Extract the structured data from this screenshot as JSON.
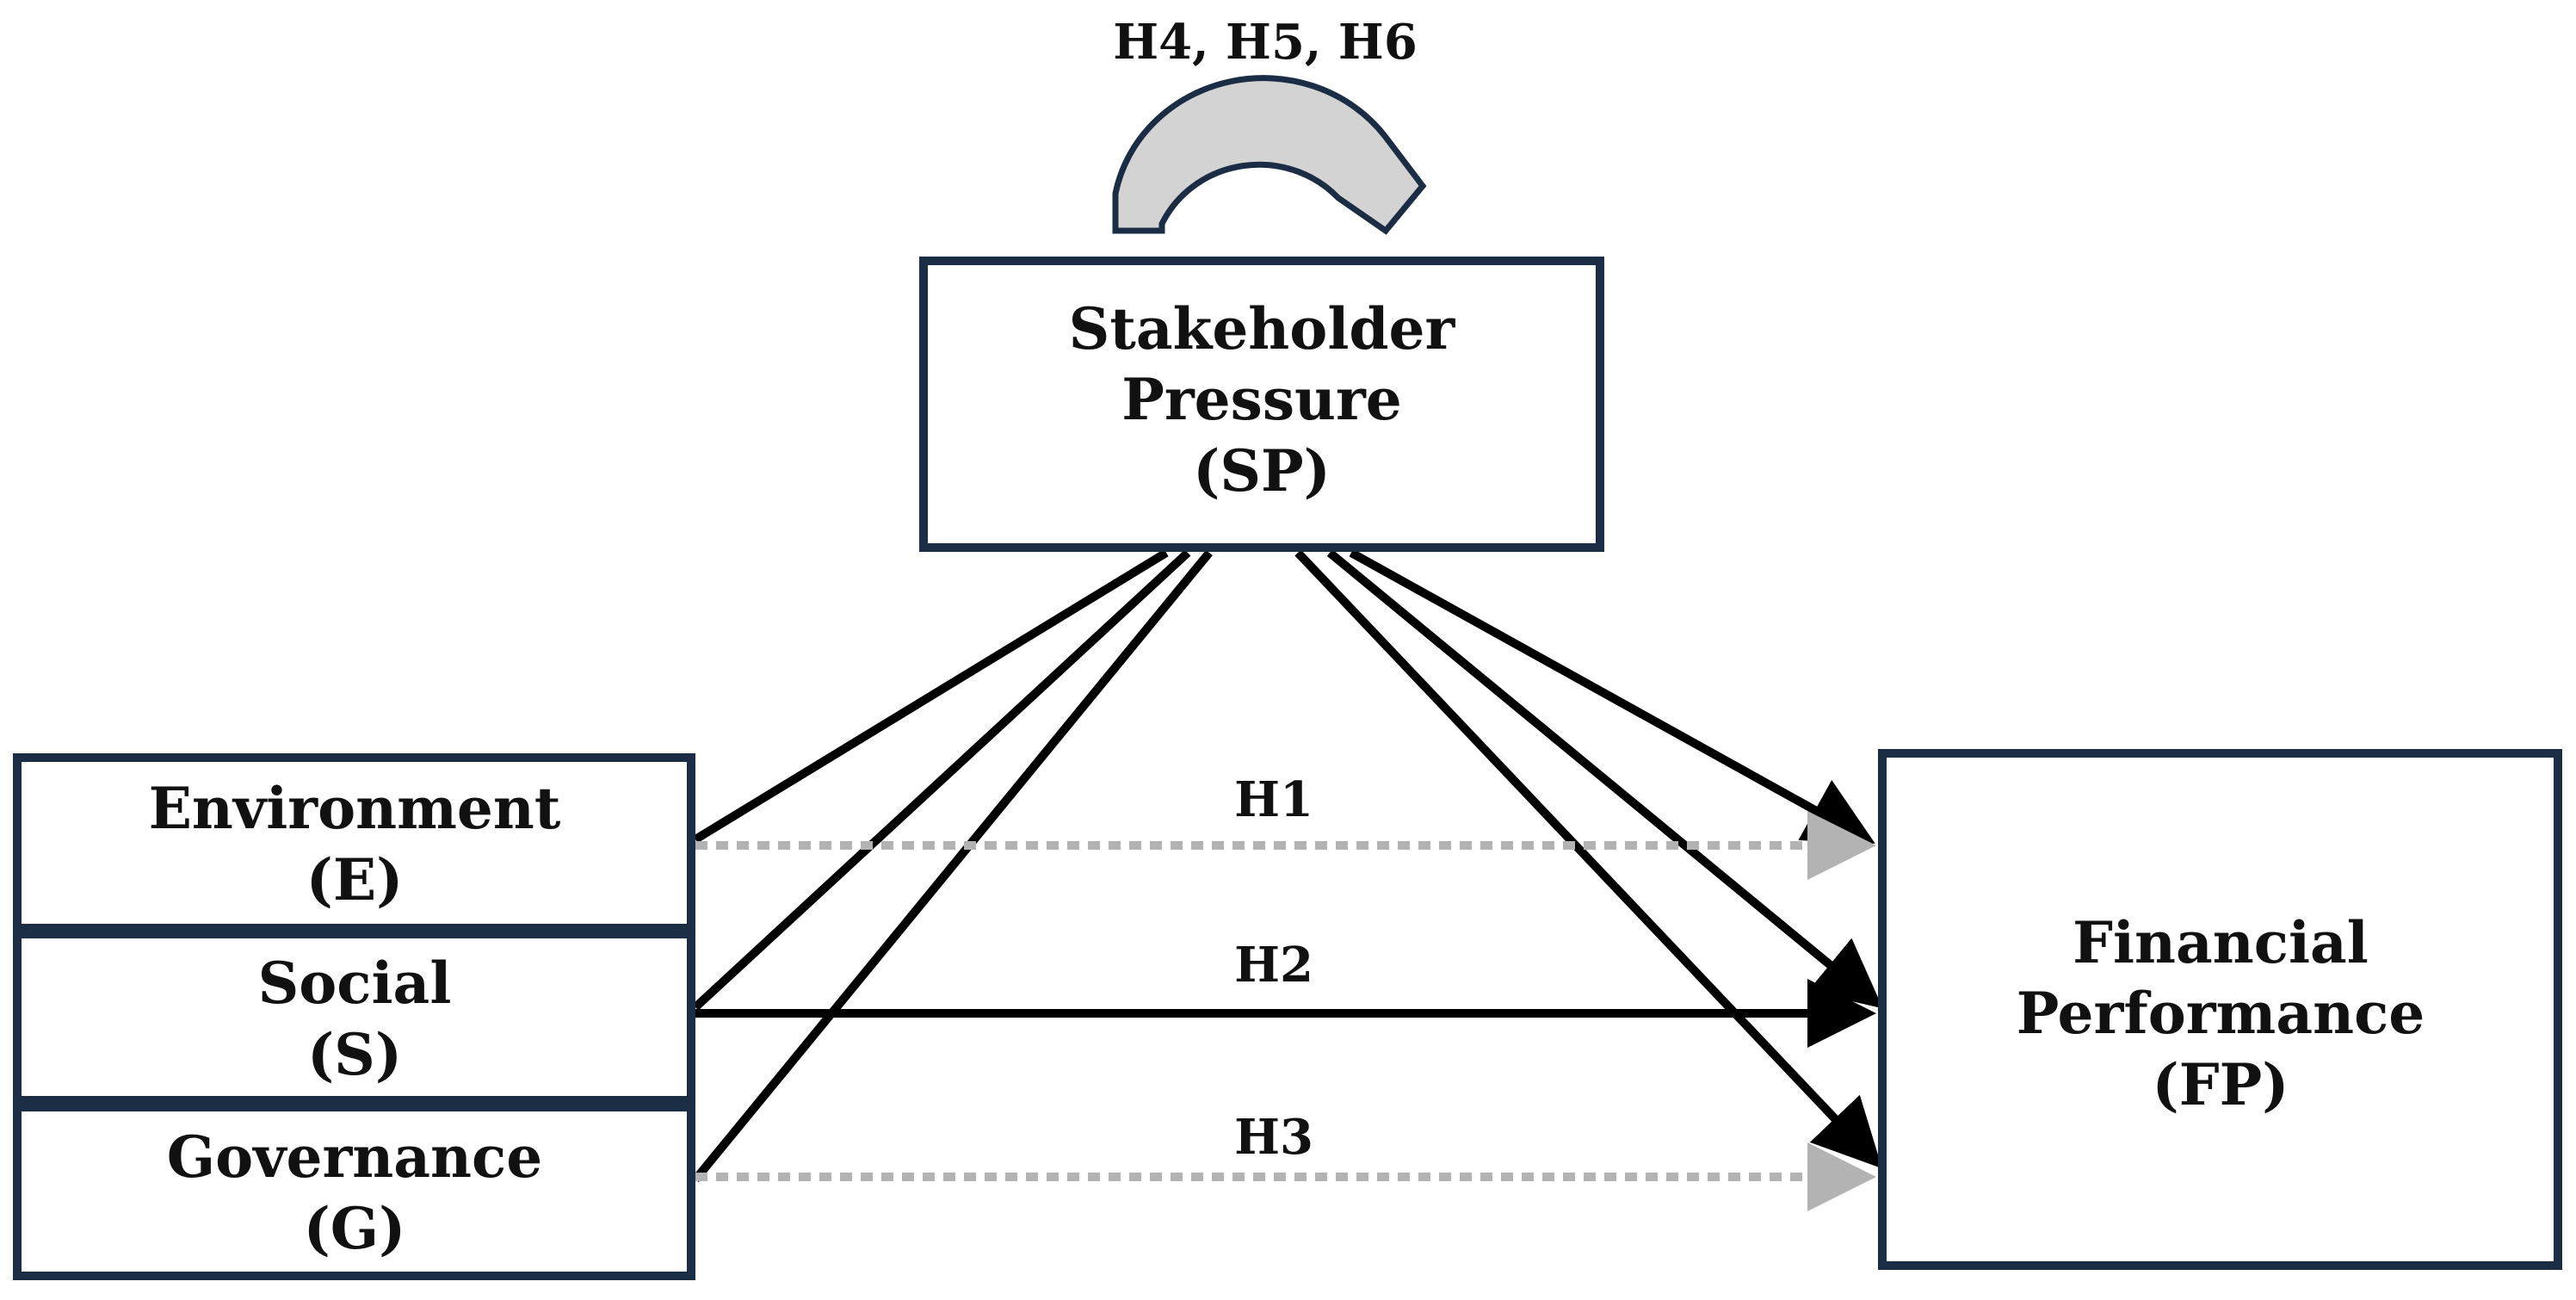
{
  "nodes": {
    "environment": {
      "line1": "Environment",
      "line2": "(E)"
    },
    "social": {
      "line1": "Social",
      "line2": "(S)"
    },
    "governance": {
      "line1": "Governance",
      "line2": "(G)"
    },
    "stakeholder": {
      "line1": "Stakeholder",
      "line2": "Pressure",
      "line3": "(SP)"
    },
    "financial": {
      "line1": "Financial",
      "line2": "Performance",
      "line3": "(FP)"
    }
  },
  "hypotheses": {
    "h1": "H1",
    "h2": "H2",
    "h3": "H3",
    "moderation": "H4, H5, H6"
  },
  "edges": [
    {
      "from": "environment",
      "to": "financial",
      "label": "H1",
      "style": "dotted"
    },
    {
      "from": "social",
      "to": "financial",
      "label": "H2",
      "style": "solid"
    },
    {
      "from": "governance",
      "to": "financial",
      "label": "H3",
      "style": "dotted"
    },
    {
      "from": "environment",
      "to": "stakeholder",
      "style": "solid"
    },
    {
      "from": "social",
      "to": "stakeholder",
      "style": "solid"
    },
    {
      "from": "governance",
      "to": "stakeholder",
      "style": "solid"
    },
    {
      "from": "stakeholder",
      "to": "financial",
      "style": "solid-arrow"
    }
  ],
  "colors": {
    "box_border": "#1b2d45",
    "solid_line": "#000000",
    "dotted_line": "#b3b3b3",
    "curved_arrow_fill": "#d3d3d3"
  }
}
